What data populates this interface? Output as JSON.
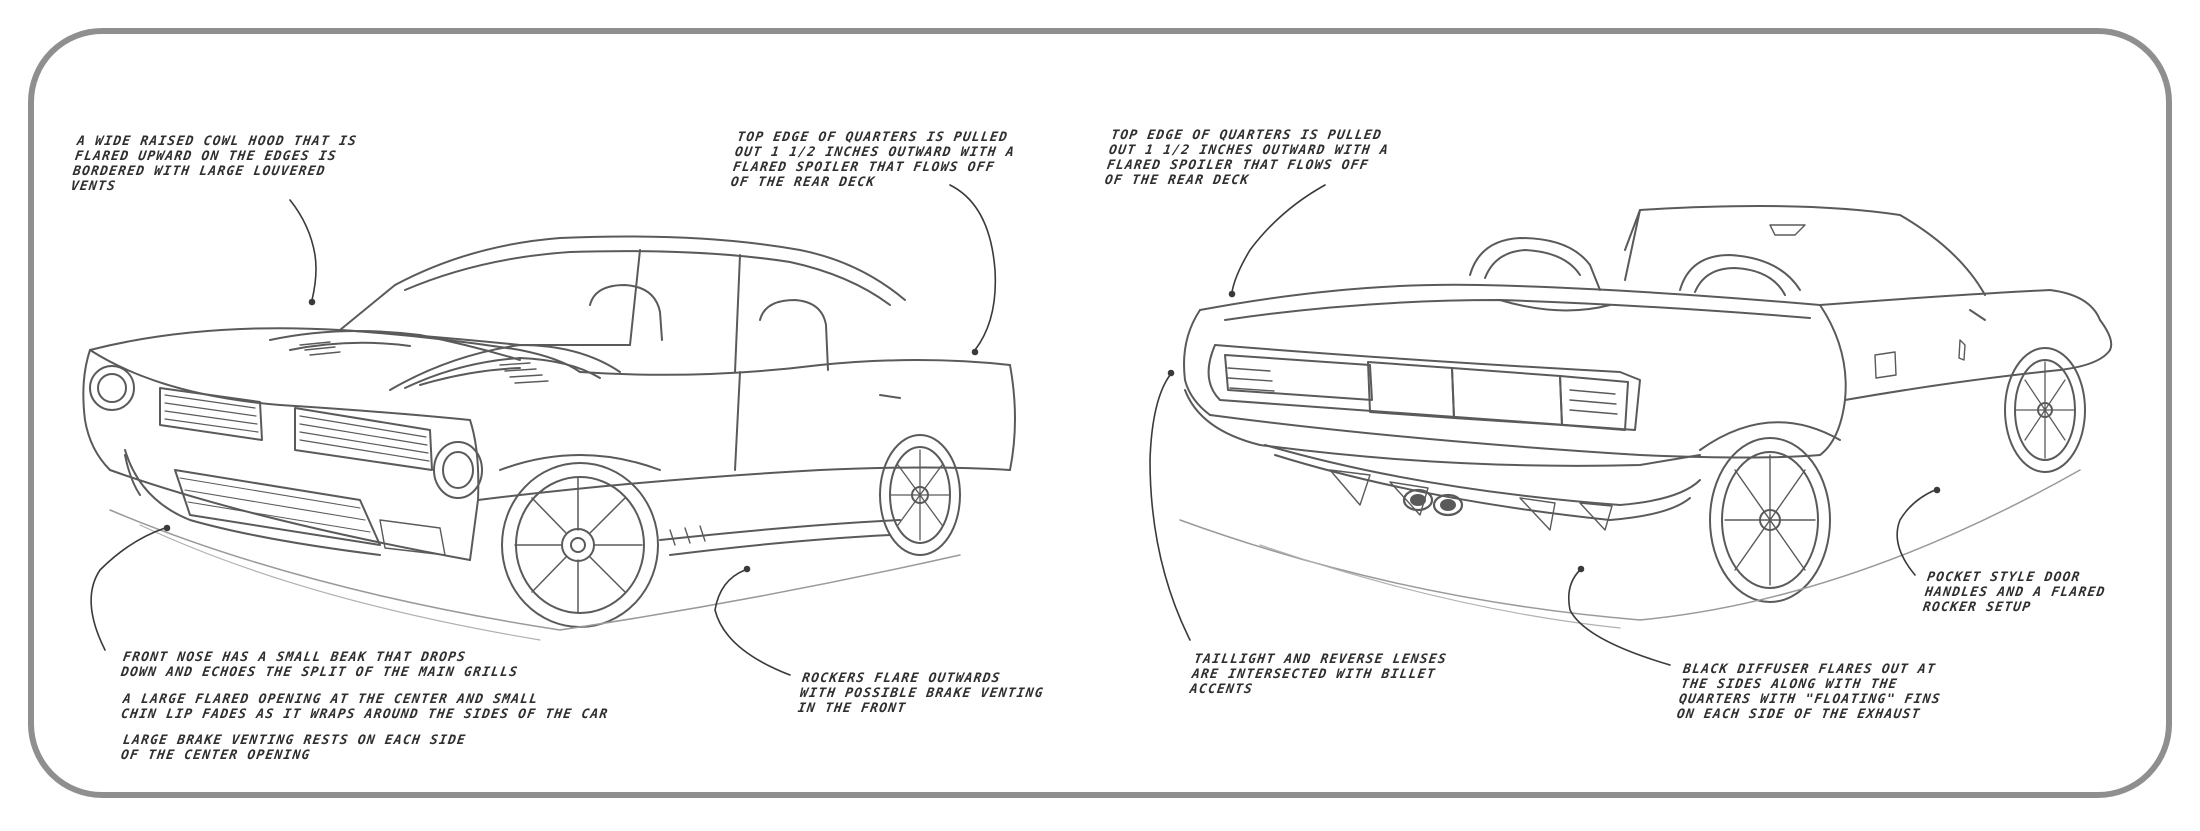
{
  "annotations": {
    "front_hood": "A wide raised cowl hood that is\nflared upward on the edges is\nbordered with large louvered\nvents",
    "front_quarters": "Top edge of quarters is pulled\nout 1 1/2 inches outward with a\nflared spoiler that flows off\nof the rear deck",
    "rear_quarters": "Top edge of quarters is pulled\nout 1 1/2 inches outward with a\nflared spoiler that flows off\nof the rear deck",
    "front_nose": "Front nose has a small beak that drops\ndown and echoes the split of the main grills",
    "chin_lip": "A large flared opening at the center and small\nchin lip fades as it wraps around the sides of the car",
    "brake_venting": "Large brake venting rests on each side\nof the center opening",
    "rockers": "Rockers flare outwards\nwith possible brake venting\nin the front",
    "taillight": "Taillight and reverse lenses\nare intersected with billet\naccents",
    "diffuser": "Black diffuser flares out at\nthe sides along with the\nquarters with \"floating\" fins\non each side of the exhaust",
    "door_handles": "Pocket style door\nhandles and a flared\nrocker setup"
  },
  "colors": {
    "frame": "#8f8f8f",
    "sketch": "#5a5a5a",
    "text": "#2f2f2f"
  }
}
